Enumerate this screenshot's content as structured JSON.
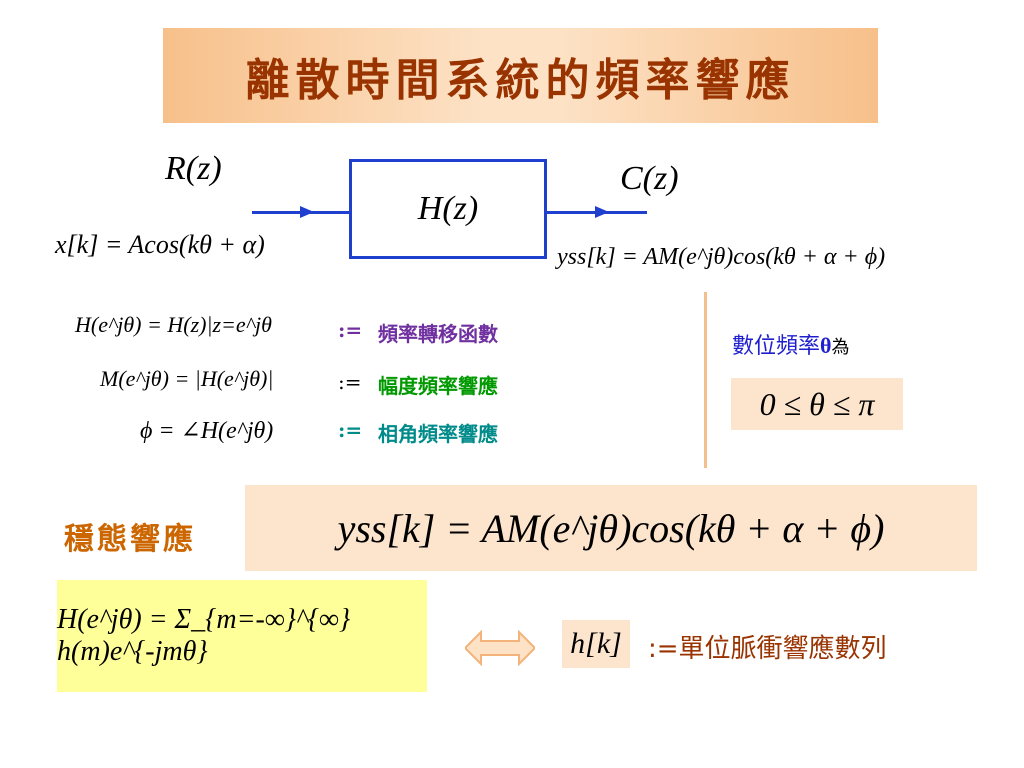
{
  "title": "離散時間系統的頻率響應",
  "diagram": {
    "input_label": "R(z)",
    "output_label": "C(z)",
    "block_label": "H(z)",
    "input_signal": "x[k] = Acos(kθ + α)",
    "output_signal": "yss[k] = AM(e^jθ)cos(kθ + α + ϕ)"
  },
  "definitions": [
    {
      "formula": "H(e^jθ) = H(z)|z=e^jθ",
      "symbol": ":=",
      "meaning": "頻率轉移函數",
      "color": "#7030a0"
    },
    {
      "formula": "M(e^jθ) = |H(e^jθ)|",
      "symbol": ":=",
      "meaning": "幅度頻率響應",
      "color": "#009900"
    },
    {
      "formula": "ϕ = ∠H(e^jθ)",
      "symbol": ":=",
      "meaning": "相角頻率響應",
      "color": "#008b8b"
    }
  ],
  "digital_freq": {
    "prefix": "數位頻率",
    "symbol": "θ",
    "suffix": "為",
    "range": "0 ≤ θ ≤ π"
  },
  "steady_state": {
    "label": "穩態響應",
    "formula": "yss[k] = AM(e^jθ)cos(kθ + α + ϕ)"
  },
  "sum_formula": "H(e^jθ) = Σ_{m=-∞}^{∞} h(m)e^{-jmθ}",
  "impulse": {
    "symbol": "h[k]",
    "description": ":=單位脈衝響應數列"
  },
  "colors": {
    "title_text": "#993300",
    "block_line": "#1f3fcf",
    "orange_text": "#cc6600",
    "brown_text": "#993300",
    "blue_text": "#1f1fcf",
    "peach_bg": "#fde5cd",
    "yellow_bg": "#ffff99"
  }
}
